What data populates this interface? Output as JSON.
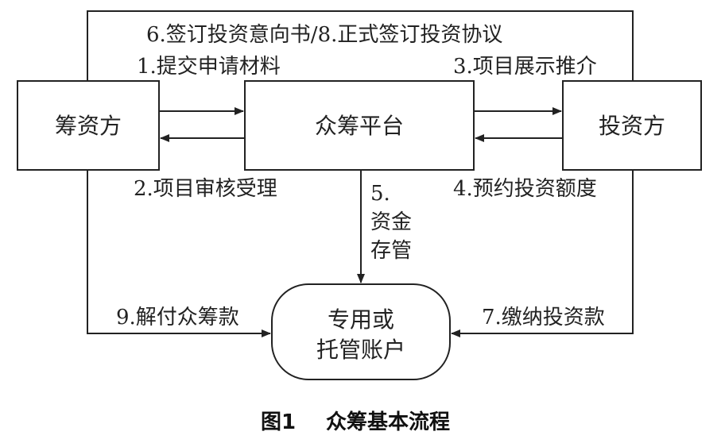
{
  "nodes": {
    "fundraiser": "筹资方",
    "platform": "众筹平台",
    "investor": "投资方",
    "account_line1": "专用或",
    "account_line2": "托管账户"
  },
  "edges": {
    "top_loop": "6.签订投资意向书/8.正式签订投资协议",
    "step1": "1.提交申请材料",
    "step2": "2.项目审核受理",
    "step3": "3.项目展示推介",
    "step4": "4.预约投资额度",
    "step5_num": "5.",
    "step5_line1": "资金",
    "step5_line2": "存管",
    "step7": "7.缴纳投资款",
    "step9": "9.解付众筹款"
  },
  "caption": {
    "figure_no": "图1",
    "title": "众筹基本流程"
  }
}
